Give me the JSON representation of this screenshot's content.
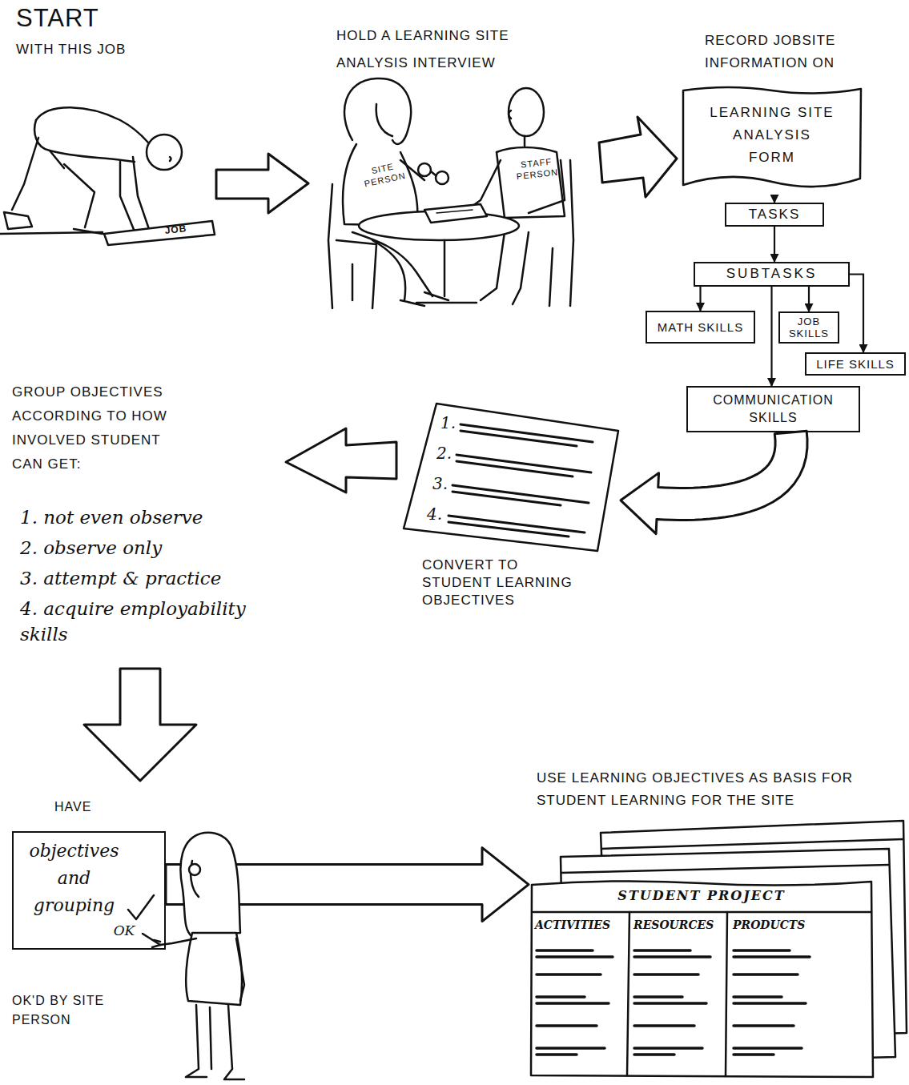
{
  "diagram": {
    "nodes": [
      {
        "text": [
          "RECORD JOBSITE INFORMATION ON",
          "LEARNING SITE ANALYSIS FORM"
        ]
      },
      {
        "text": [
          "TASKS"
        ]
      },
      {
        "text": [
          "SUBTASKS"
        ]
      },
      {
        "text": [
          "MATH SKILLS"
        ]
      },
      {
        "text": [
          "JOB SKILLS"
        ]
      },
      {
        "text": [
          "LIFE SKILLS"
        ]
      },
      {
        "text": [
          "COMMUNICATION SKILLS"
        ]
      },
      {
        "text": [
          "1.",
          "2.",
          "3.",
          "4."
        ]
      },
      {
        "text": [
          "objectives and grouping",
          "OK"
        ]
      },
      {
        "text": [
          "STUDENT PROJECT",
          "ACTIVITIES",
          "RESOURCES",
          "PRODUCTS"
        ]
      }
    ],
    "edges": [
      {
        "from": 0,
        "to": 1,
        "arrow": "to"
      },
      {
        "from": 1,
        "to": 2,
        "arrow": "to"
      },
      {
        "from": 2,
        "to": 3,
        "arrow": "to"
      },
      {
        "from": 2,
        "to": 4,
        "arrow": "to"
      },
      {
        "from": 2,
        "to": 5,
        "arrow": "to"
      },
      {
        "from": 2,
        "to": 6,
        "arrow": "to"
      },
      {
        "from": 6,
        "to": 7,
        "arrow": "to"
      },
      {
        "from": 8,
        "to": 9,
        "arrow": "to"
      }
    ],
    "labels": [
      "START",
      "WITH THIS JOB",
      "JOB",
      "HOLD A LEARNING SITE ANALYSIS INTERVIEW",
      "SITE PERSON",
      "STAFF PERSON",
      "CONVERT TO STUDENT LEARNING OBJECTIVES",
      "GROUP OBJECTIVES ACCORDING TO HOW INVOLVED STUDENT CAN GET:",
      "1. not even observe",
      "2. observe only",
      "3. attempt & practice",
      "4. acquire employability skills",
      "HAVE",
      "OK'D BY SITE PERSON",
      "USE LEARNING OBJECTIVES AS BASIS FOR STUDENT LEARNING FOR THE SITE"
    ]
  }
}
